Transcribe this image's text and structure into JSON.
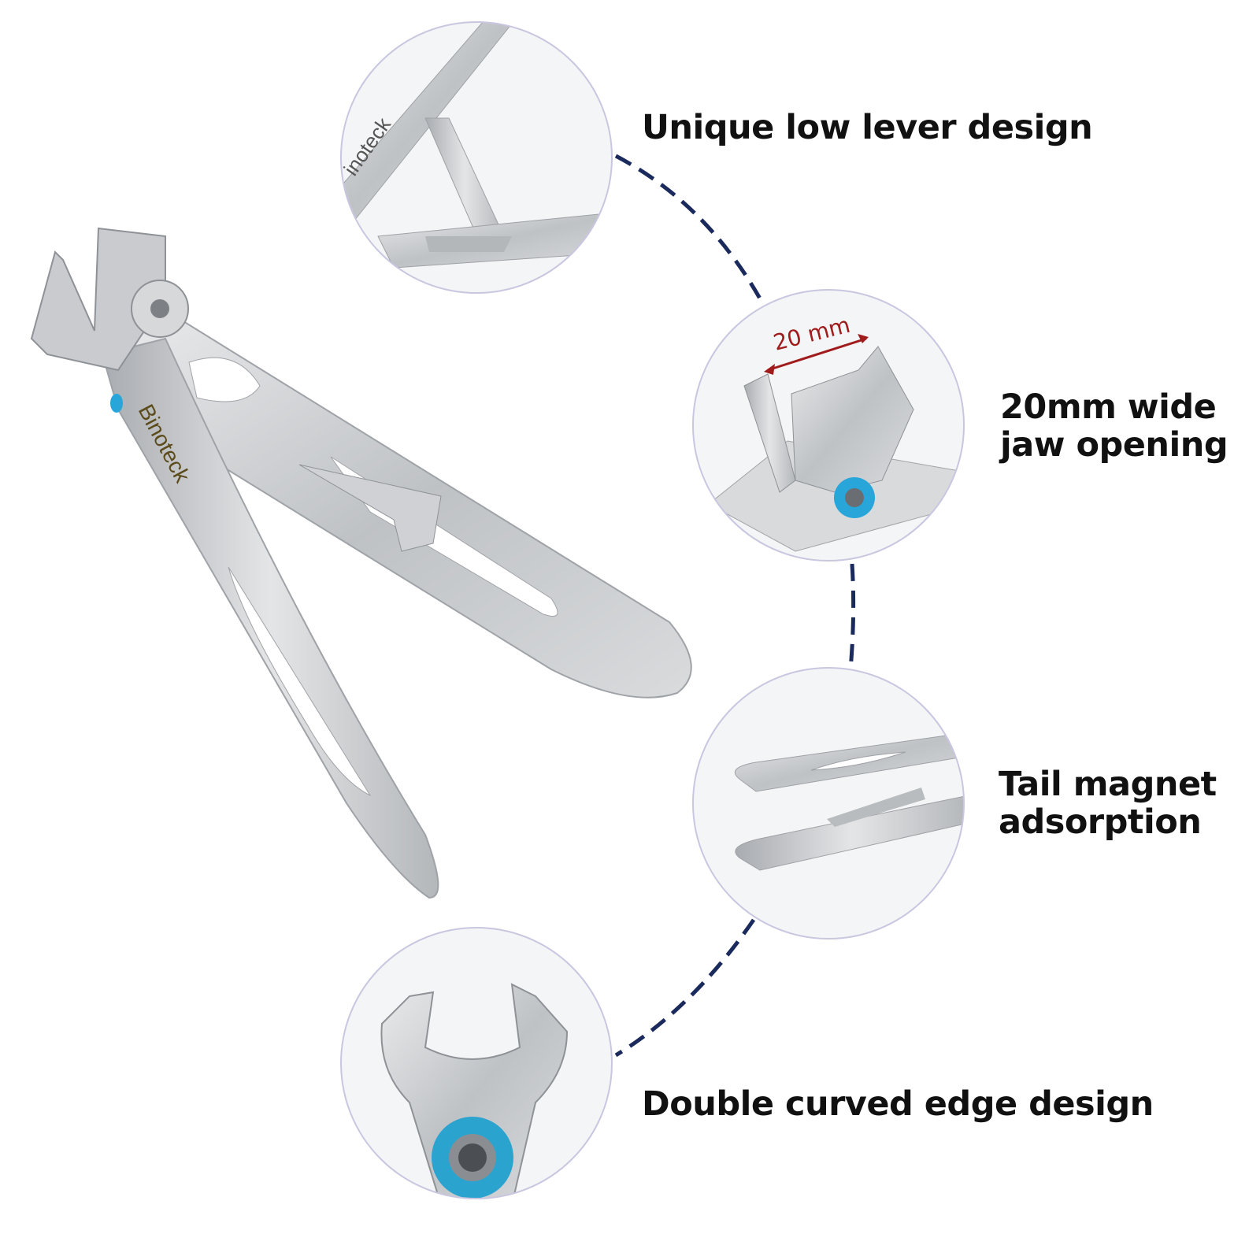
{
  "brand": "Binoteck",
  "features": [
    {
      "label": "Unique low lever design"
    },
    {
      "label_line1": "20mm wide",
      "label_line2": "jaw opening",
      "dimension": "20 mm"
    },
    {
      "label_line1": "Tail magnet",
      "label_line2": "adsorption"
    },
    {
      "label": "Double curved edge design"
    }
  ],
  "colors": {
    "connector": "#1b2a5c",
    "circle_border": "#c9c6e0",
    "steel": "#c4c6c9",
    "accent_blue": "#29a6d9",
    "dimension_red": "#a01c1c"
  }
}
